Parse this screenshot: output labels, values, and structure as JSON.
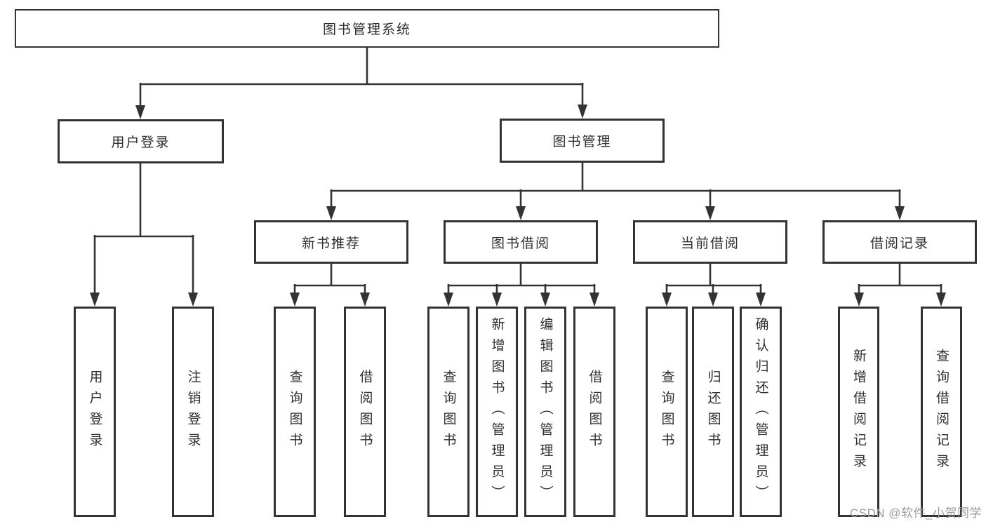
{
  "title": "图书管理系统",
  "branches": [
    {
      "label": "用户登录",
      "children": [
        {
          "label": "用户登录"
        },
        {
          "label": "注销登录"
        }
      ]
    },
    {
      "label": "图书管理",
      "sections": [
        {
          "label": "新书推荐",
          "children": [
            {
              "label": "查询图书"
            },
            {
              "label": "借阅图书"
            }
          ]
        },
        {
          "label": "图书借阅",
          "children": [
            {
              "label": "查询图书"
            },
            {
              "label": "新增图书（管理员）"
            },
            {
              "label": "编辑图书（管理员）"
            },
            {
              "label": "借阅图书"
            }
          ]
        },
        {
          "label": "当前借阅",
          "children": [
            {
              "label": "查询图书"
            },
            {
              "label": "归还图书"
            },
            {
              "label": "确认归还（管理员）"
            }
          ]
        },
        {
          "label": "借阅记录",
          "children": [
            {
              "label": "新增借阅记录"
            },
            {
              "label": "查询借阅记录"
            }
          ]
        }
      ]
    }
  ],
  "watermark": "CSDN @软件_小贺同学",
  "colors": {
    "line": "#333333",
    "box_fill": "#ffffff",
    "text": "#2e2e2e",
    "watermark": "#9b9b9b"
  }
}
